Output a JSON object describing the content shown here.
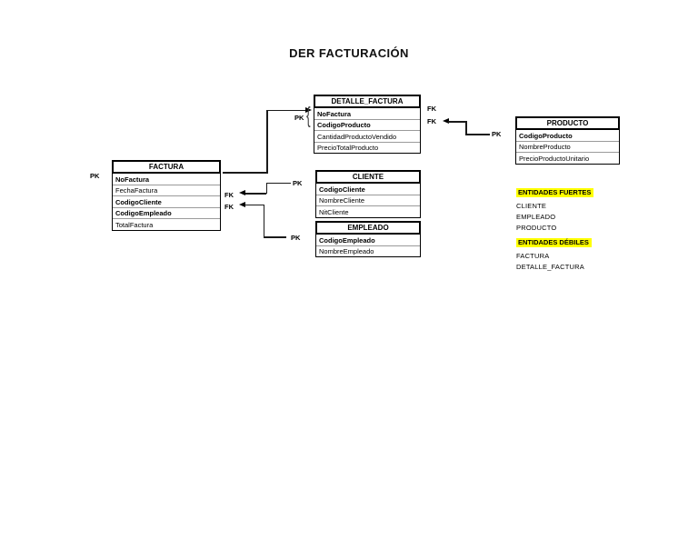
{
  "page": {
    "title": "DER FACTURACIÓN",
    "background": "#ffffff"
  },
  "colors": {
    "highlight": "#ffff00",
    "line": "#000000",
    "text": "#000000"
  },
  "key_labels": {
    "pk": "PK",
    "fk": "FK"
  },
  "entities": [
    {
      "name": "DETALLE_FACTURA",
      "attributes": [
        "NoFactura",
        "CodigoProducto",
        "CantidadProductoVendido",
        "PrecioTotalProducto"
      ]
    },
    {
      "name": "FACTURA",
      "attributes": [
        "NoFactura",
        "FechaFactura",
        "CodigoCliente",
        "CodigoEmpleado",
        "TotalFactura"
      ]
    },
    {
      "name": "CLIENTE",
      "attributes": [
        "CodigoCliente",
        "NombreCliente",
        "NitCliente"
      ]
    },
    {
      "name": "EMPLEADO",
      "attributes": [
        "CodigoEmpleado",
        "NombreEmpleado"
      ]
    },
    {
      "name": "PRODUCTO",
      "attributes": [
        "CodigoProducto",
        "NombreProducto",
        "PrecioProductoUnitario"
      ]
    }
  ],
  "legends": [
    {
      "title": "ENTIDADES FUERTES",
      "items": [
        "CLIENTE",
        "EMPLEADO",
        "PRODUCTO"
      ]
    },
    {
      "title": "ENTIDADES DÉBILES",
      "items": [
        "FACTURA",
        "DETALLE_FACTURA"
      ]
    }
  ]
}
